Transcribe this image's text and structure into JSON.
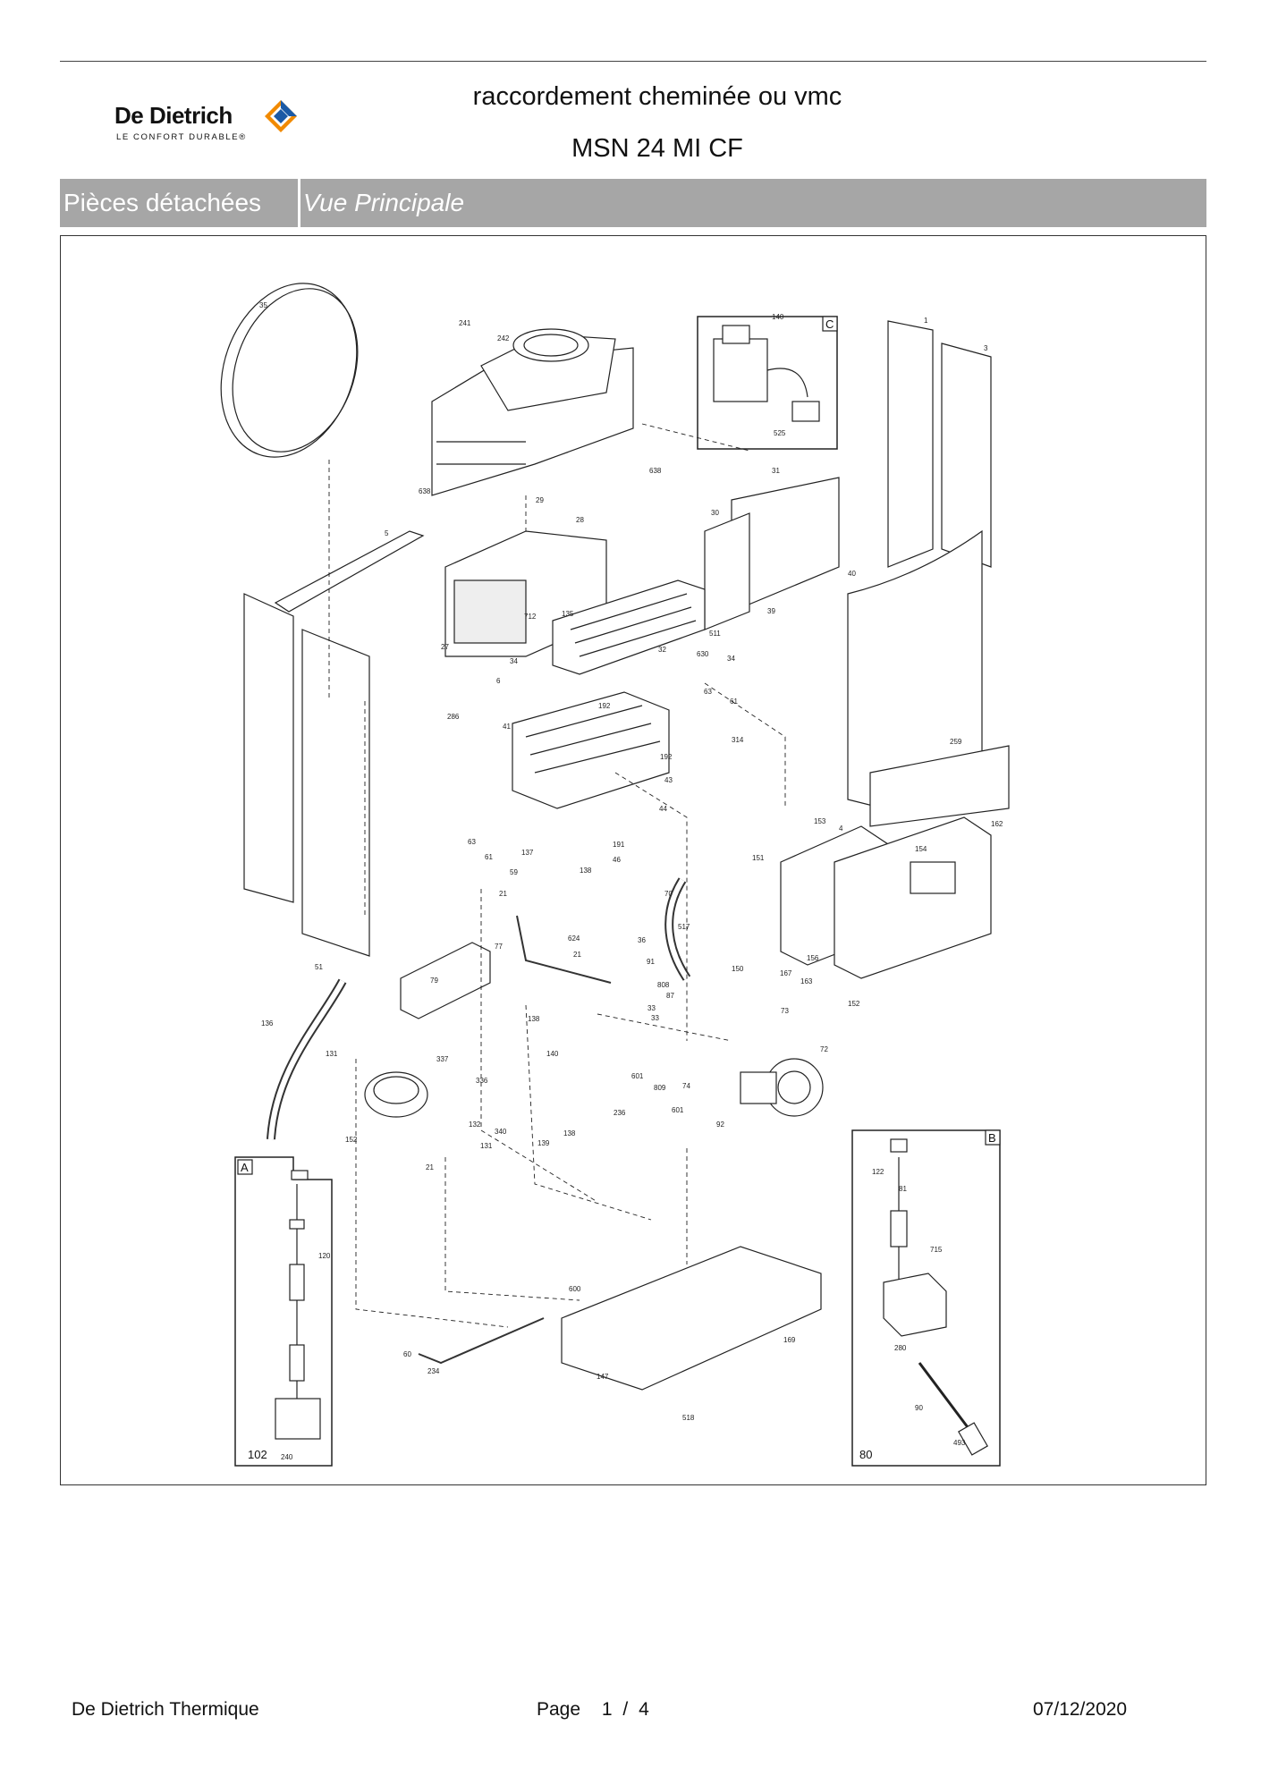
{
  "header": {
    "brand_name": "De Dietrich",
    "brand_tagline": "LE CONFORT DURABLE®",
    "title": "raccordement cheminée ou vmc",
    "model": "MSN 24 MI CF"
  },
  "section_bar": {
    "category": "Pièces détachées",
    "view": "Vue Principale"
  },
  "diagram": {
    "part_labels": [
      "35",
      "241",
      "242",
      "638",
      "638",
      "140",
      "525",
      "1",
      "3",
      "31",
      "30",
      "29",
      "28",
      "5",
      "712",
      "135",
      "32",
      "40",
      "39",
      "511",
      "630",
      "34",
      "34",
      "27",
      "6",
      "286",
      "192",
      "61",
      "63",
      "314",
      "41",
      "192",
      "43",
      "44",
      "259",
      "162",
      "153",
      "4",
      "63",
      "61",
      "137",
      "59",
      "138",
      "191",
      "46",
      "151",
      "154",
      "21",
      "517",
      "70",
      "36",
      "150",
      "624",
      "21",
      "91",
      "808",
      "87",
      "33",
      "156",
      "167",
      "163",
      "152",
      "73",
      "77",
      "79",
      "33",
      "51",
      "136",
      "131",
      "138",
      "140",
      "337",
      "601",
      "809",
      "74",
      "72",
      "236",
      "601",
      "92",
      "336",
      "138",
      "132",
      "131",
      "340",
      "139",
      "152",
      "21",
      "120",
      "102",
      "240",
      "600",
      "60",
      "234",
      "147",
      "169",
      "518",
      "122",
      "81",
      "715",
      "280",
      "90",
      "493",
      "80"
    ],
    "inset_labels": [
      "A",
      "B",
      "C"
    ]
  },
  "footer": {
    "company": "De Dietrich Thermique",
    "page_label": "Page",
    "page_current": "1",
    "page_sep": "/",
    "page_total": "4",
    "date": "07/12/2020"
  }
}
